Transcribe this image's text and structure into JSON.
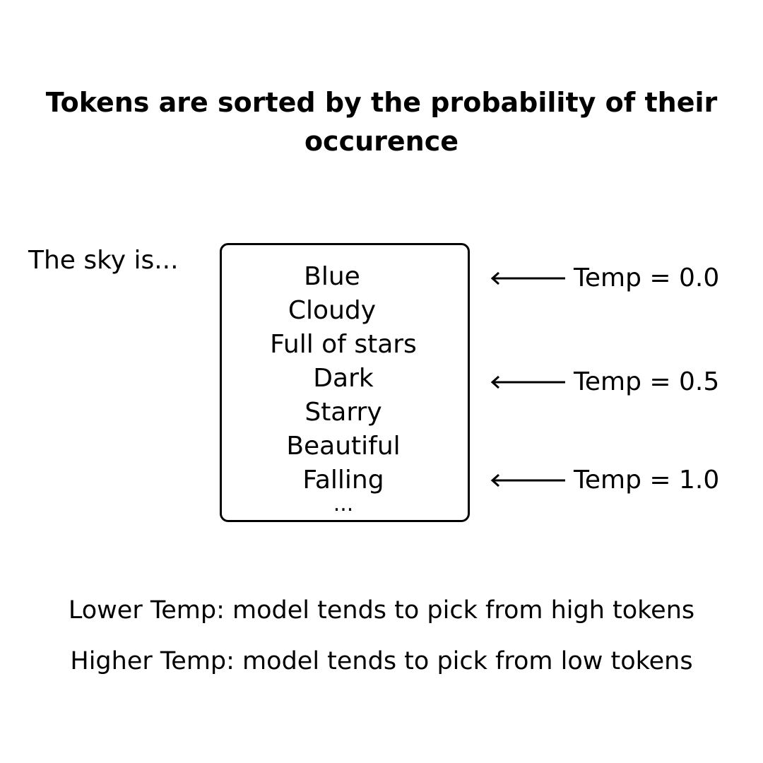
{
  "title": "Tokens are sorted by the probability of their occurence",
  "prompt": "The sky is...",
  "tokens": [
    "Blue",
    "Cloudy",
    "Full of stars",
    "Dark",
    "Starry",
    "Beautiful",
    "Falling",
    "..."
  ],
  "temperatures": [
    {
      "label": "Temp = 0.0",
      "points_to": "Blue"
    },
    {
      "label": "Temp = 0.5",
      "points_to": "Dark"
    },
    {
      "label": "Temp = 1.0",
      "points_to": "Falling"
    }
  ],
  "notes": {
    "lower": "Lower Temp: model tends to pick from high tokens",
    "higher": "Higher Temp: model tends to pick from low tokens"
  }
}
